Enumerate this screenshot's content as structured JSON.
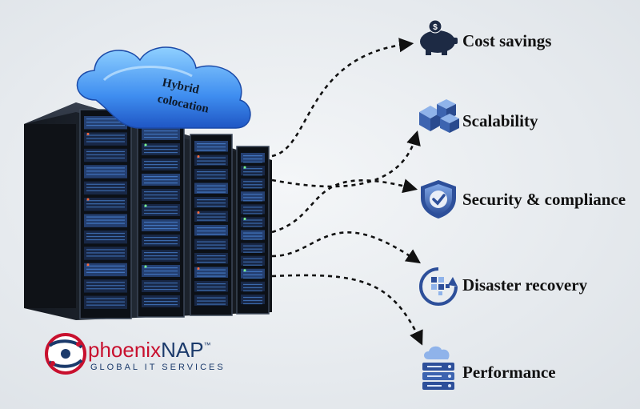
{
  "cloud": {
    "line1": "Hybrid",
    "line2": "colocation"
  },
  "benefits": [
    {
      "label": "Cost savings",
      "icon": "piggy-bank-icon"
    },
    {
      "label": "Scalability",
      "icon": "server-cubes-icon"
    },
    {
      "label": "Security & compliance",
      "icon": "shield-check-icon"
    },
    {
      "label": "Disaster recovery",
      "icon": "recovery-cycle-icon"
    },
    {
      "label": "Performance",
      "icon": "cloud-server-icon"
    }
  ],
  "brand": {
    "name_a": "phoenix",
    "name_b": "NAP",
    "tm": "™",
    "tagline": "GLOBAL IT SERVICES"
  },
  "colors": {
    "rack_led": "#5aa0ff",
    "accent_blue": "#2d62b8",
    "logo_red": "#c8102e",
    "logo_navy": "#1b3a6b"
  }
}
